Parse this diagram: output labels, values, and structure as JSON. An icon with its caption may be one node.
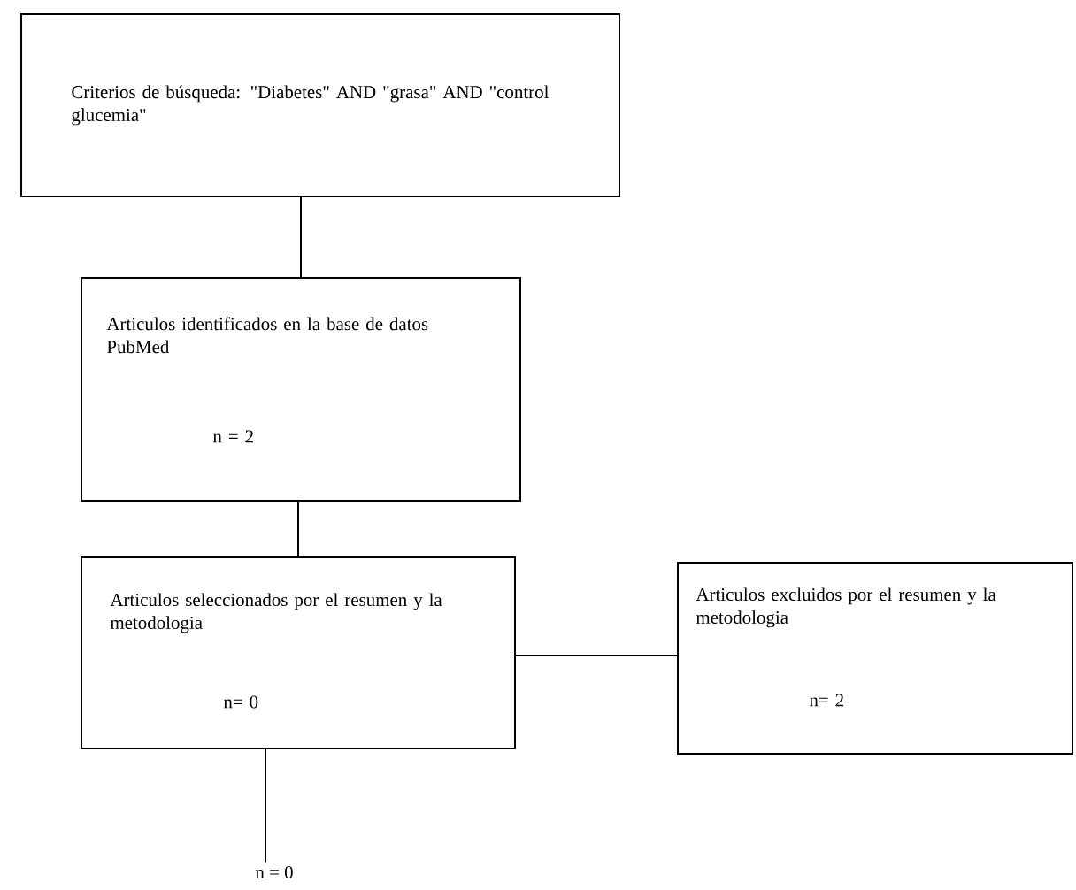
{
  "diagram": {
    "nodes": [
      {
        "text": [
          "Criterios de búsqueda: \"Diabetes\" AND \"grasa\" AND \"control glucemia\""
        ]
      },
      {
        "text": [
          "Articulos identificados en la base de datos PubMed",
          "n = 2"
        ]
      },
      {
        "text": [
          "Articulos seleccionados por el resumen y la metodologia",
          "n= 0"
        ]
      },
      {
        "text": [
          "Articulos excluidos por el resumen y la metodologia",
          "n= 2"
        ]
      },
      {
        "text": [
          "n = 0"
        ]
      }
    ],
    "edges": [
      {
        "from": 0,
        "to": 1,
        "arrow": "none"
      },
      {
        "from": 1,
        "to": 2,
        "arrow": "none"
      },
      {
        "from": 2,
        "to": 3,
        "arrow": "none"
      },
      {
        "from": 2,
        "to": 4,
        "arrow": "none"
      }
    ]
  }
}
